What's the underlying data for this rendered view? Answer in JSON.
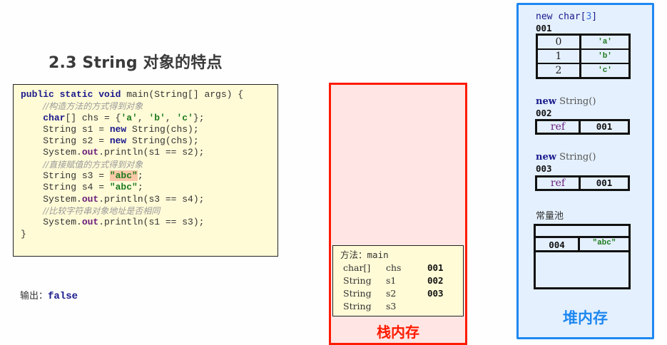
{
  "title": "2.3 String 对象的特点",
  "code": {
    "lines": [
      {
        "segments": [
          {
            "t": "public static void",
            "c": "kw"
          },
          {
            "t": " main(String[] args) {",
            "c": ""
          }
        ]
      },
      {
        "segments": [
          {
            "t": "    ",
            "c": ""
          },
          {
            "t": "//构造方法的方式得到对象",
            "c": "cmt"
          }
        ]
      },
      {
        "segments": [
          {
            "t": "    ",
            "c": ""
          },
          {
            "t": "char",
            "c": "kw"
          },
          {
            "t": "[] chs = {",
            "c": ""
          },
          {
            "t": "'a'",
            "c": "str"
          },
          {
            "t": ", ",
            "c": ""
          },
          {
            "t": "'b'",
            "c": "str"
          },
          {
            "t": ", ",
            "c": ""
          },
          {
            "t": "'c'",
            "c": "str"
          },
          {
            "t": "};",
            "c": ""
          }
        ]
      },
      {
        "segments": [
          {
            "t": "    String s1 = ",
            "c": ""
          },
          {
            "t": "new",
            "c": "kw"
          },
          {
            "t": " String(chs);",
            "c": ""
          }
        ]
      },
      {
        "segments": [
          {
            "t": "    String s2 = ",
            "c": ""
          },
          {
            "t": "new",
            "c": "kw"
          },
          {
            "t": " String(chs);",
            "c": ""
          }
        ]
      },
      {
        "segments": [
          {
            "t": "    System.",
            "c": ""
          },
          {
            "t": "out",
            "c": "fld"
          },
          {
            "t": ".println(s1 == s2);",
            "c": ""
          }
        ]
      },
      {
        "segments": [
          {
            "t": "    ",
            "c": ""
          },
          {
            "t": "//直接赋值的方式得到对象",
            "c": "cmt"
          }
        ]
      },
      {
        "segments": [
          {
            "t": "    String s3 = ",
            "c": ""
          },
          {
            "t": "\"abc\"",
            "c": "str hl"
          },
          {
            "t": ";",
            "c": ""
          }
        ]
      },
      {
        "segments": [
          {
            "t": "    String s4 = ",
            "c": ""
          },
          {
            "t": "\"abc\"",
            "c": "str"
          },
          {
            "t": ";",
            "c": ""
          }
        ]
      },
      {
        "segments": [
          {
            "t": "    System.",
            "c": ""
          },
          {
            "t": "out",
            "c": "fld"
          },
          {
            "t": ".println(s3 == s4);",
            "c": ""
          }
        ]
      },
      {
        "segments": [
          {
            "t": "    ",
            "c": ""
          },
          {
            "t": "//比较字符串对象地址是否相同",
            "c": "cmt"
          }
        ]
      },
      {
        "segments": [
          {
            "t": "    System.",
            "c": ""
          },
          {
            "t": "out",
            "c": "fld"
          },
          {
            "t": ".println(s1 == s3);",
            "c": ""
          }
        ]
      },
      {
        "segments": [
          {
            "t": "}",
            "c": ""
          }
        ]
      }
    ]
  },
  "output": {
    "label": "输出：",
    "value": "false"
  },
  "stack": {
    "label": "栈内存",
    "frame": {
      "method_label": "方法：",
      "method_name": "main",
      "vars": [
        {
          "type": "char[]",
          "name": "chs",
          "addr": "001"
        },
        {
          "type": "String",
          "name": "s1",
          "addr": "002"
        },
        {
          "type": "String",
          "name": "s2",
          "addr": "003"
        },
        {
          "type": "String",
          "name": "s3",
          "addr": ""
        }
      ]
    }
  },
  "heap": {
    "label": "堆内存",
    "char_array": {
      "kw": "new char[",
      "size": "3",
      "close": "]",
      "addr": "001",
      "cells": [
        {
          "i": "0",
          "v": "'a'"
        },
        {
          "i": "1",
          "v": "'b'"
        },
        {
          "i": "2",
          "v": "'c'"
        }
      ]
    },
    "strings": [
      {
        "kw": "new",
        "cls": "String()",
        "addr": "002",
        "ref_label": "ref",
        "ref": "001"
      },
      {
        "kw": "new",
        "cls": "String()",
        "addr": "003",
        "ref_label": "ref",
        "ref": "001"
      }
    ],
    "pool": {
      "label": "常量池",
      "entry": {
        "addr": "004",
        "value": "\"abc\""
      }
    }
  },
  "colors": {
    "stack_border": "#ff1a00",
    "heap_border": "#1e88f0",
    "code_bg": "#fffbd7"
  }
}
